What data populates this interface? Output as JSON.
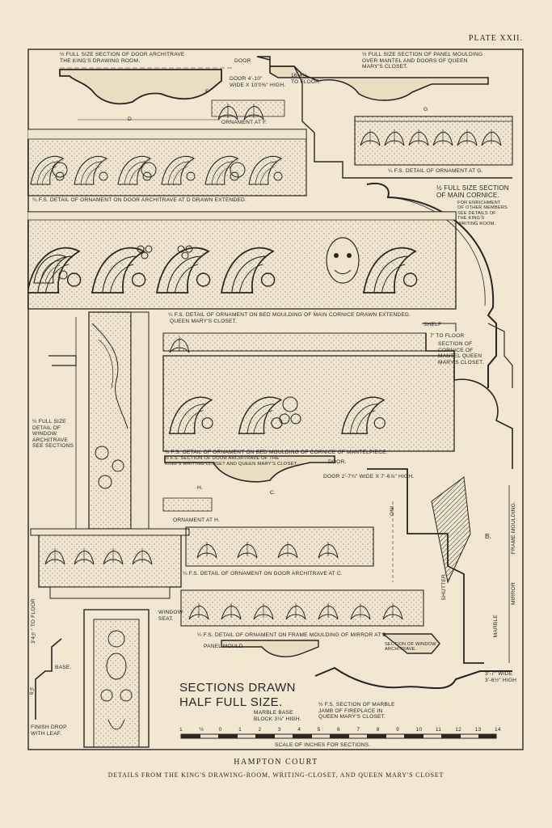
{
  "plate": "PLATE XXII.",
  "title": "HAMPTON COURT",
  "subtitle": "DETAILS FROM THE KING'S DRAWING-ROOM, WRITING-CLOSET, AND QUEEN MARY'S CLOSET",
  "labels": {
    "door_architrave": "½ FULL SIZE SECTION OF DOOR ARCHITRAVE\nTHE KING'S DRAWING ROOM.",
    "door": "DOOR",
    "door_size": "DOOR 4'-10\"\nWIDE x 10'0⅜\" HIGH.",
    "to_floor_16": "16-4⅜.\nTO FLOOR.",
    "panel_moulding": "½ FULL SIZE SECTION OF PANEL MOULDING\nOVER MANTEL AND DOORS OF QUEEN\nMARY'S CLOSET.",
    "F": "F",
    "D": "D",
    "G": "G",
    "ornament_f": "ORNAMENT AT F.",
    "detail_g": "¼ F.S. DETAIL OF ORNAMENT AT G.",
    "detail_d": "¼ F.S. DETAIL OF ORNAMENT ON DOOR ARCHITRAVE AT D DRAWN EXTENDED.",
    "main_cornice": "½ FULL SIZE SECTION\nOF MAIN CORNICE.",
    "main_cornice_note": "FOR ENRICHMENT\nOF OTHER MEMBERS\nSEE DETAILS OF\nTHE KING'S\nWRITING ROOM.",
    "bed_moulding_main": "¼ F.S. DETAIL OF ORNAMENT ON BED MOULDING OF MAIN CORNICE DRAWN EXTENDED.",
    "queen_marys_closet": "QUEEN MARY'S CLOSET.",
    "shelf": "SHELF",
    "to_floor_7": "7' TO FLOOR",
    "mantel_cornice": "SECTION OF\nCORNICE OF\nMANTEL QUEEN\nMARY'S CLOSET.",
    "window_architrave": "½ FULL SIZE\nDETAIL OF\nWINDOW\nARCHITRAVE\nSEE SECTIONS",
    "bed_moulding_mantel": "½ F.S. DETAIL OF ORNAMENT ON BED MOULDING OF CORNICE OF MANTELPIECE.",
    "door_arch_section": "½ F.S. SECTION OF DOOR ARCHITRAVE OF THE\nKING'S WRITING CLOSET AND QUEEN MARY'S CLOSET.",
    "door2": "DOOR.",
    "door2_size": "DOOR 2'-7¾\" WIDE x 7'-6⅞\" HIGH.",
    "H": "H.",
    "C": "C.",
    "B": "B.",
    "ornament_h": "ORNAMENT AT H.",
    "detail_c": "¼ F.S. DETAIL OF ORNAMENT ON DOOR ARCHITRAVE AT C.",
    "window_seat": "WINDOW\nSEAT.",
    "frame_moulding": "¼ F.S. DETAIL OF ORNAMENT ON FRAME MOULDING OF MIRROR AT B.",
    "panel_mould": "PANEL MOULD",
    "window_section": "SECTION OF WINDOW\nARCHITRAVE.",
    "to_floor_34": "3'4½\" TO FLOOR",
    "base": "BASE.",
    "six": "6½",
    "sections_drawn": "SECTIONS DRAWN\nHALF FULL SIZE.",
    "marble_base": "MARBLE BASE\nBLOCK 3⅛\" HIGH.",
    "marble_jamb": "½ F.S. SECTION OF MARBLE\nJAMB OF FIREPLACE IN\nQUEEN MARY'S CLOSET.",
    "finish_drop": "FINISH DROP\nWITH LEAF.",
    "scale": "SCALE OF INCHES FOR SECTIONS.",
    "ino": "INO.",
    "shutter": "SHUTTER.",
    "frame_moulding_v": "FRAME MOULDING.",
    "mirror": "MIRROR",
    "marble": "MARBLE",
    "size_37": "3'-7\" WIDE\n3'-6½\" HIGH"
  },
  "scale_ticks": [
    "1",
    "½",
    "0",
    "1",
    "2",
    "3",
    "4",
    "5",
    "6",
    "7",
    "8",
    "9",
    "10",
    "11",
    "12",
    "13",
    "14"
  ]
}
